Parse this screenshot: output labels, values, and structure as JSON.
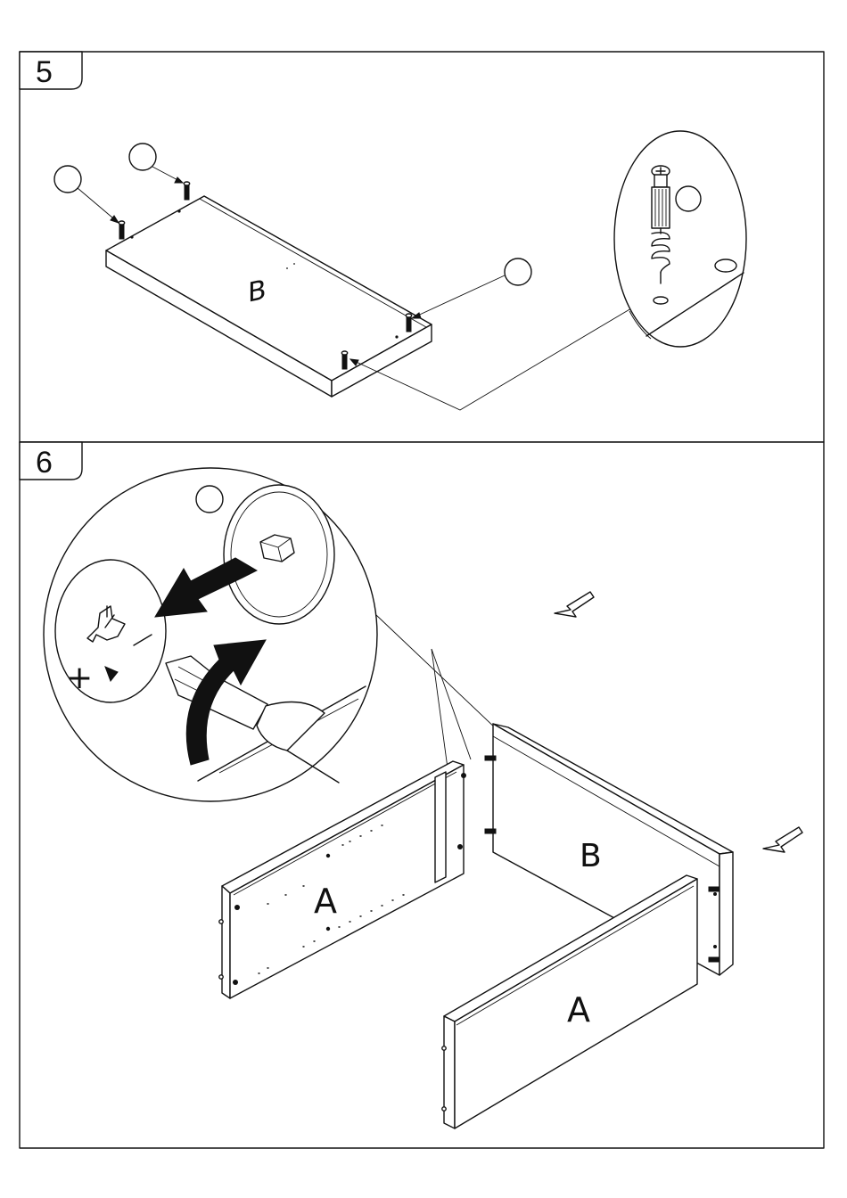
{
  "steps": [
    {
      "number": "5",
      "parts": {
        "b_panel": "B"
      }
    },
    {
      "number": "6",
      "parts": {
        "a_panel_left": "A",
        "a_panel_right": "A",
        "b_panel": "B"
      }
    }
  ],
  "icons": {
    "callout_circle": "blank-part-callout-icon",
    "cam_dowel": "cam-dowel-icon",
    "screwdriver": "screwdriver-icon",
    "direction_arrow": "hollow-arrow-icon"
  }
}
